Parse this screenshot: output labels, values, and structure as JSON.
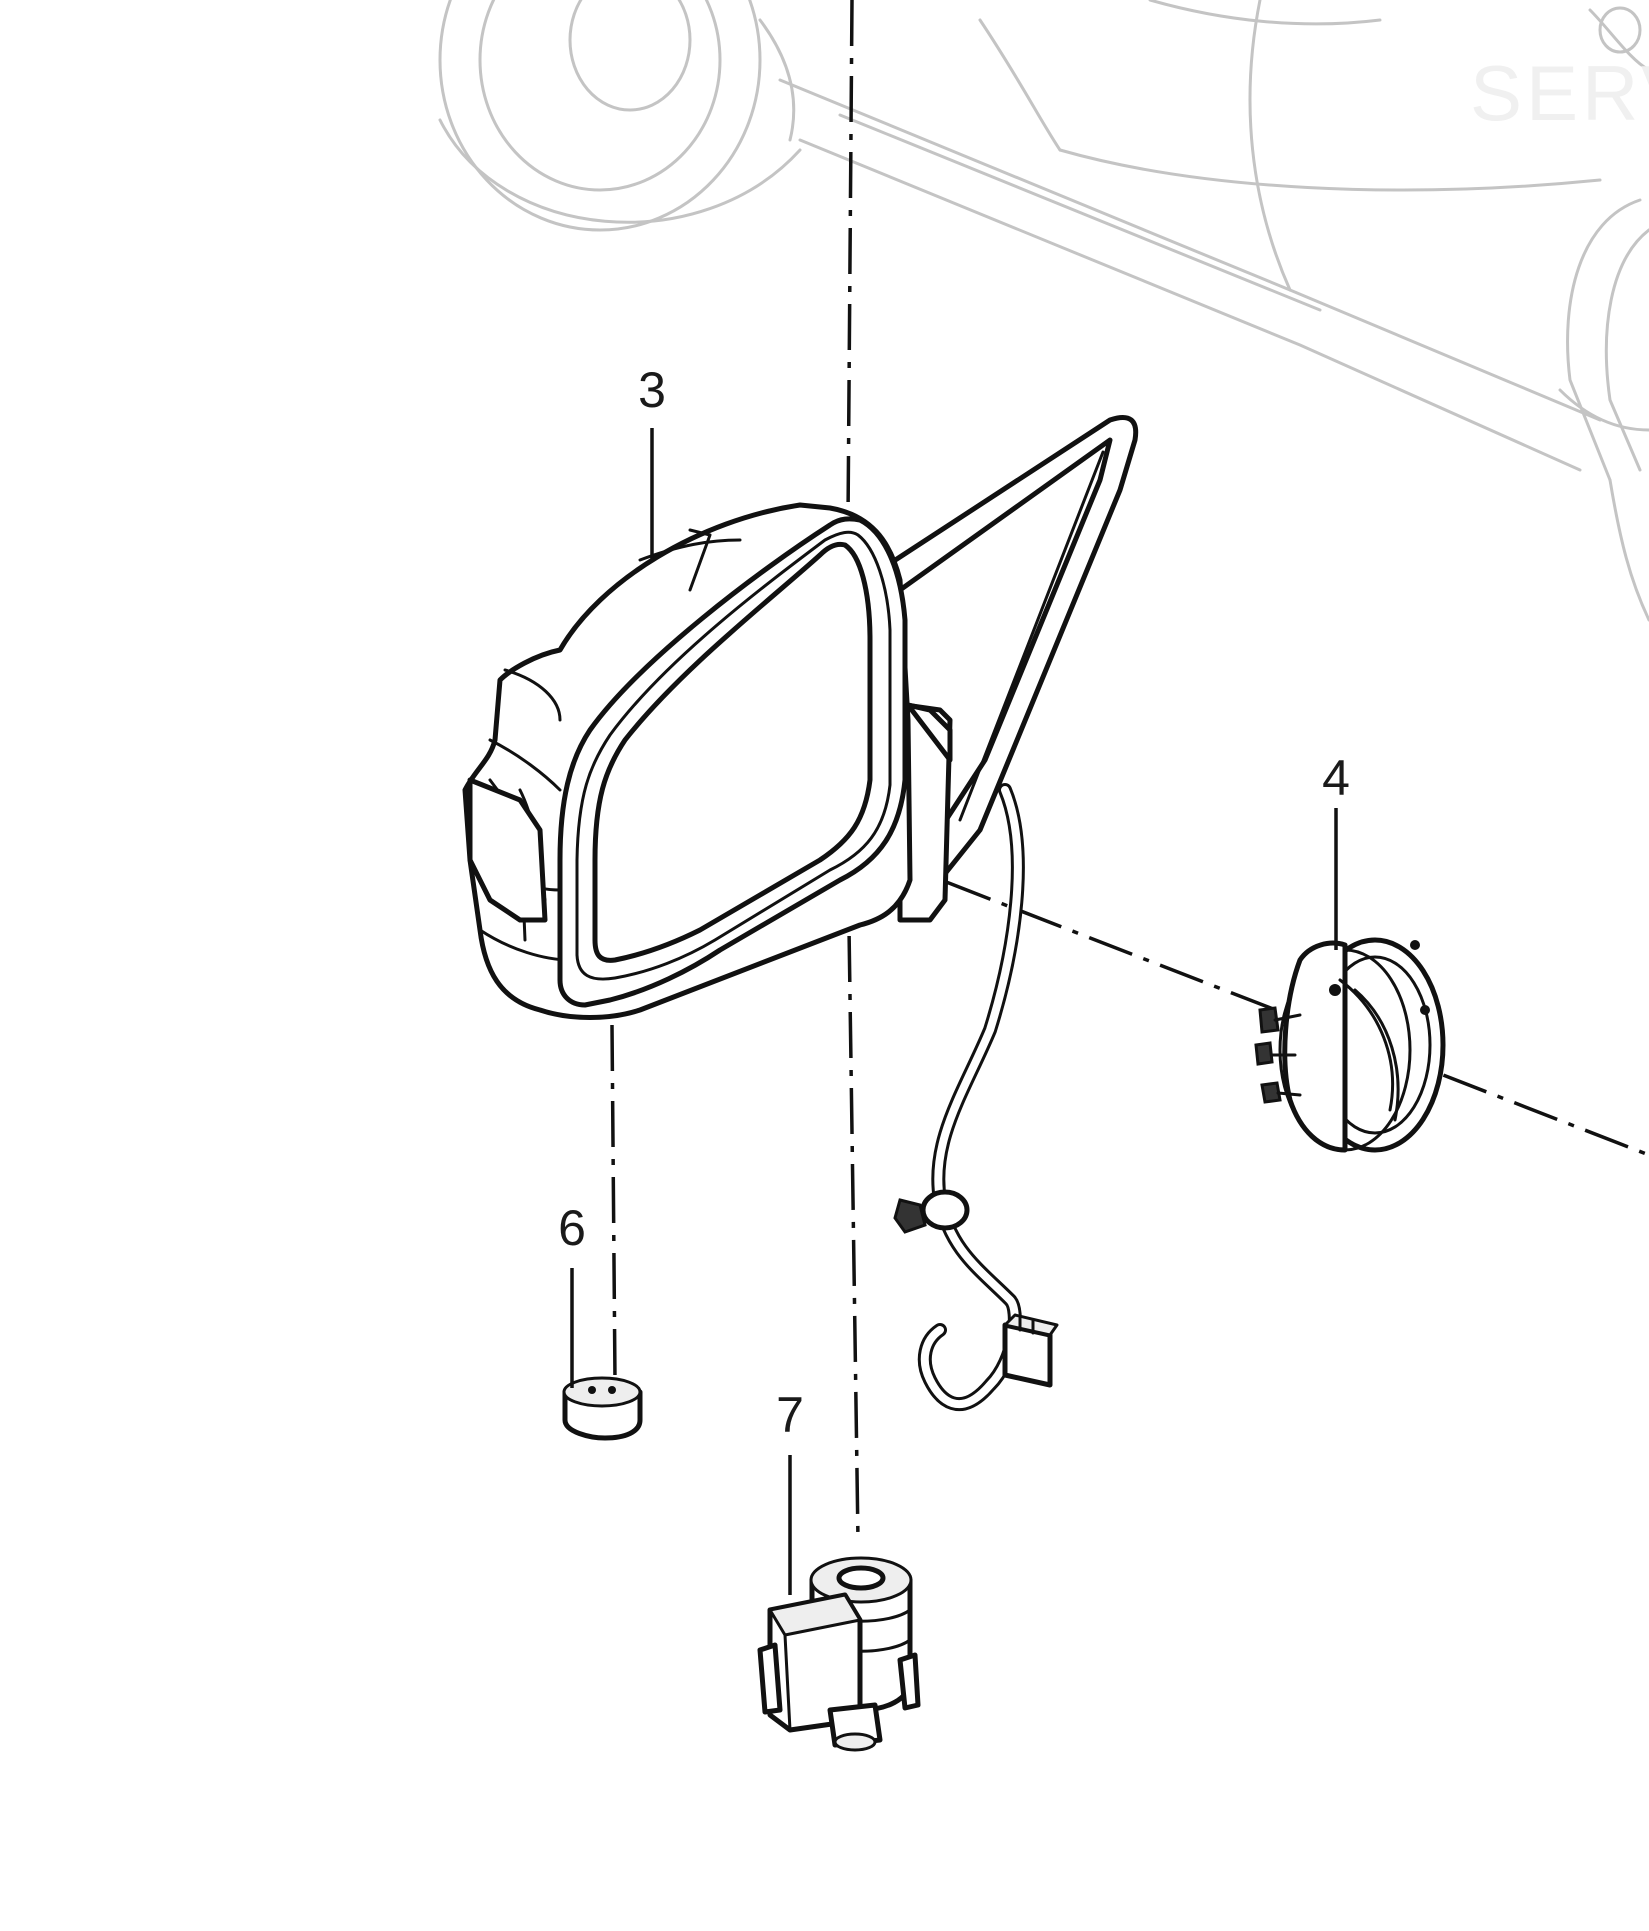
{
  "callouts": {
    "mirror_assembly": "3",
    "actuator_ring": "4",
    "cap": "6",
    "motor": "7"
  },
  "watermark": {
    "text": "SERV"
  }
}
